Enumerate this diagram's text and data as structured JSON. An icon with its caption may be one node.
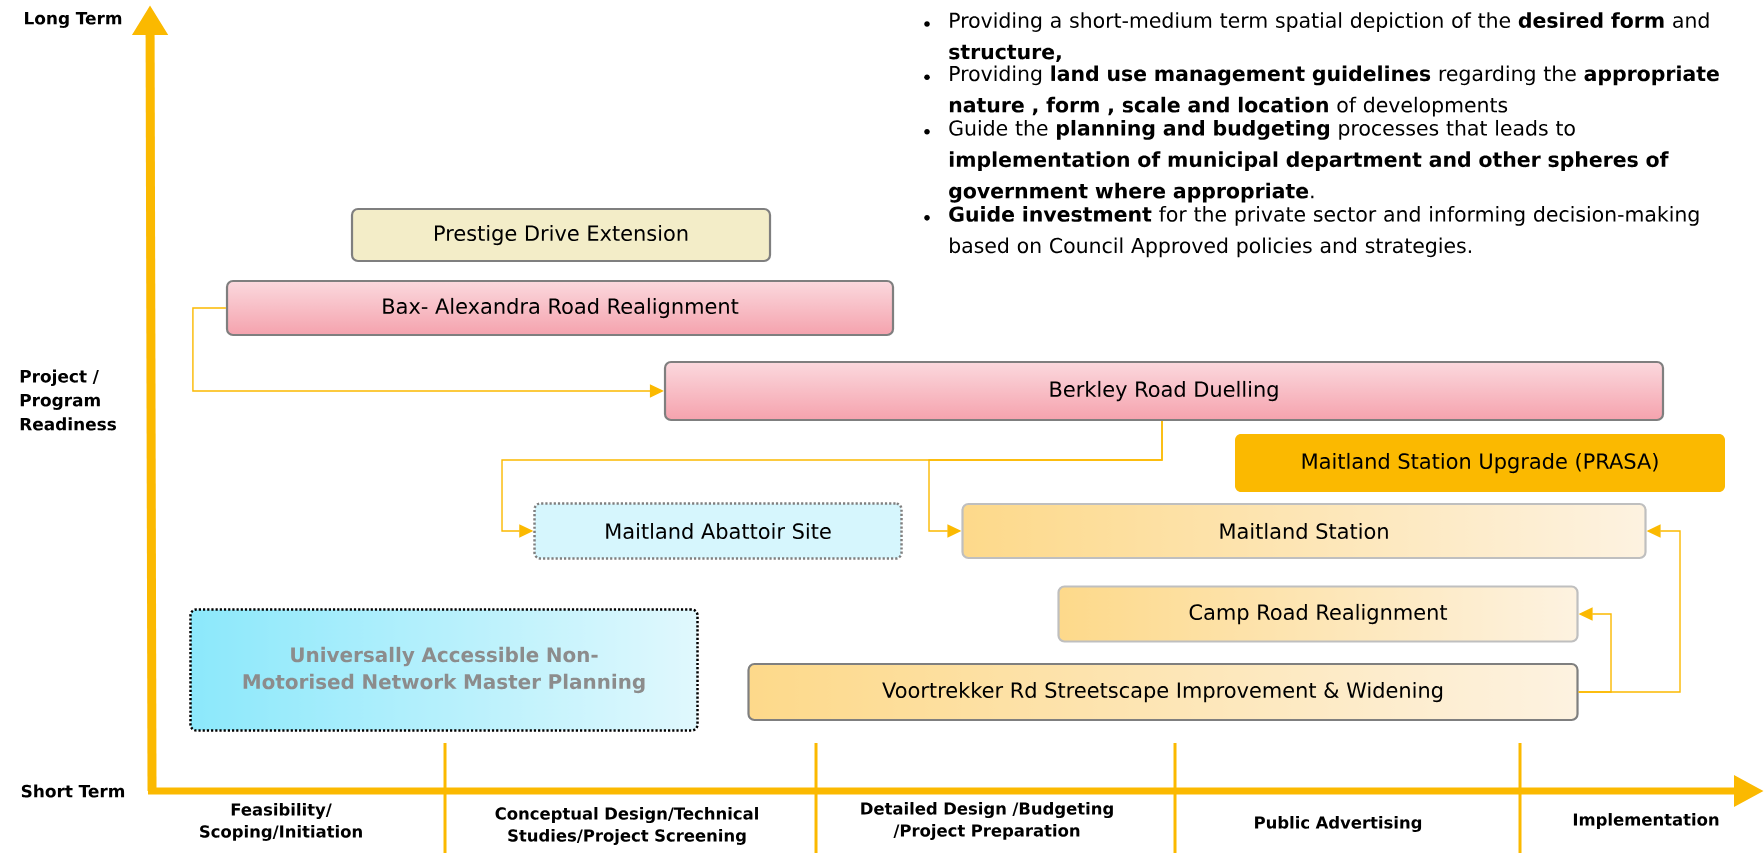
{
  "diagram": {
    "nodes": [
      {
        "text": [
          "Prestige Drive Extension"
        ]
      },
      {
        "text": [
          "Bax- Alexandra Road Realignment"
        ]
      },
      {
        "text": [
          "Berkley Road Duelling"
        ]
      },
      {
        "text": [
          "Maitland Station Upgrade (PRASA)"
        ]
      },
      {
        "text": [
          "Maitland Abattoir Site"
        ]
      },
      {
        "text": [
          "Maitland Station"
        ]
      },
      {
        "text": [
          "Camp Road Realignment"
        ]
      },
      {
        "text": [
          "Voortrekker Rd Streetscape Improvement & Widening"
        ]
      },
      {
        "text": [
          "Universally Accessible Non-Motorised Network Master Planning"
        ]
      }
    ],
    "edges": [
      {
        "from": 1,
        "to": 2,
        "arrow": "to"
      },
      {
        "from": 2,
        "to": 4,
        "arrow": "to"
      },
      {
        "from": 2,
        "to": 5,
        "arrow": "to"
      },
      {
        "from": 7,
        "to": 6,
        "arrow": "to"
      },
      {
        "from": 7,
        "to": 5,
        "arrow": "to"
      }
    ],
    "labels": [
      "Long Term",
      "Providing a short-medium term spatial depiction of the **desired form** and **structure,**",
      "Providing **land use management guidelines** regarding the **appropriate nature , form , scale and location** of developments",
      "Guide the **planning and budgeting** processes that leads to **implementation of municipal department and other spheres of government where appropriate**.",
      "**Guide investment** for the private sector and informing decision-making based on Council Approved policies and strategies.",
      "Project / Program Readiness",
      "Short Term",
      "Feasibility/ Scoping/Initiation",
      "Conceptual Design/Technical Studies/Project Screening",
      "Detailed Design /Budgeting /Project Preparation",
      "Public Advertising",
      "Implementation"
    ]
  }
}
